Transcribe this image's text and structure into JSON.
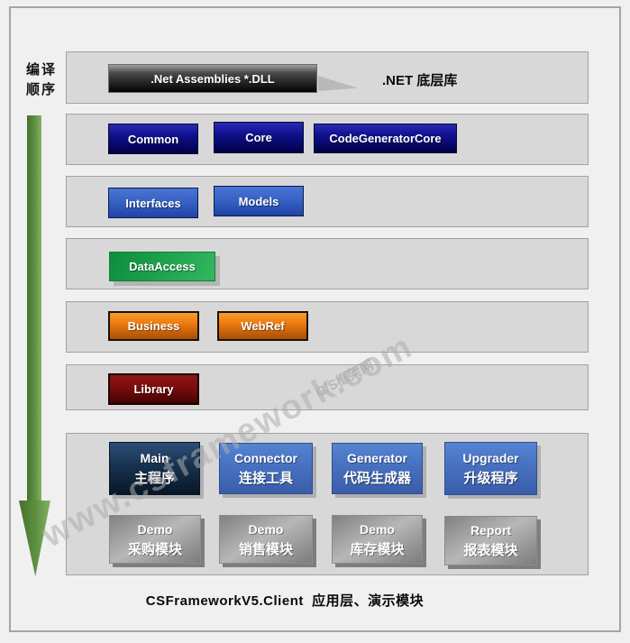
{
  "diagram": {
    "compile_order": {
      "line1": "编译",
      "line2": "顺序"
    },
    "dotnet_layer": {
      "box": ".Net Assemblies *.DLL",
      "note": ".NET 底层库"
    },
    "core_layer": {
      "boxes": [
        "Common",
        "Core",
        "CodeGeneratorCore"
      ]
    },
    "model_layer": {
      "boxes": [
        "Interfaces",
        "Models"
      ]
    },
    "data_layer": {
      "boxes": [
        "DataAccess"
      ]
    },
    "business_layer": {
      "boxes": [
        "Business",
        "WebRef"
      ]
    },
    "library_layer": {
      "boxes": [
        "Library"
      ]
    },
    "client_layer": {
      "apps": [
        {
          "title": "Main",
          "subtitle": "主程序"
        },
        {
          "title": "Connector",
          "subtitle": "连接工具"
        },
        {
          "title": "Generator",
          "subtitle": "代码生成器"
        },
        {
          "title": "Upgrader",
          "subtitle": "升级程序"
        }
      ],
      "demos": [
        {
          "title": "Demo",
          "subtitle": "采购模块"
        },
        {
          "title": "Demo",
          "subtitle": "销售模块"
        },
        {
          "title": "Demo",
          "subtitle": "库存模块"
        },
        {
          "title": "Report",
          "subtitle": "报表模块"
        }
      ]
    },
    "caption": "CSFrameworkV5.Client  应用层、演示模块",
    "watermark": {
      "main": "www.csframework.com",
      "small": "C/S框架网"
    }
  },
  "colors": {
    "background": "#f0f0f0",
    "band_fill": "#d8d8d8",
    "band_border": "#a2a2a2",
    "navy_box": "#10108c",
    "blue_box": "#3560c2",
    "green_box": "#1da04c",
    "orange_box": "#ee7b10",
    "dark_red_box": "#7a0d0d",
    "main_box": "#16324f",
    "app_blue_box": "#466fbe",
    "demo_gray_box": "#9a9a9a",
    "dll_box": "#2a2a2a",
    "arrow_green": "#5d9241"
  }
}
